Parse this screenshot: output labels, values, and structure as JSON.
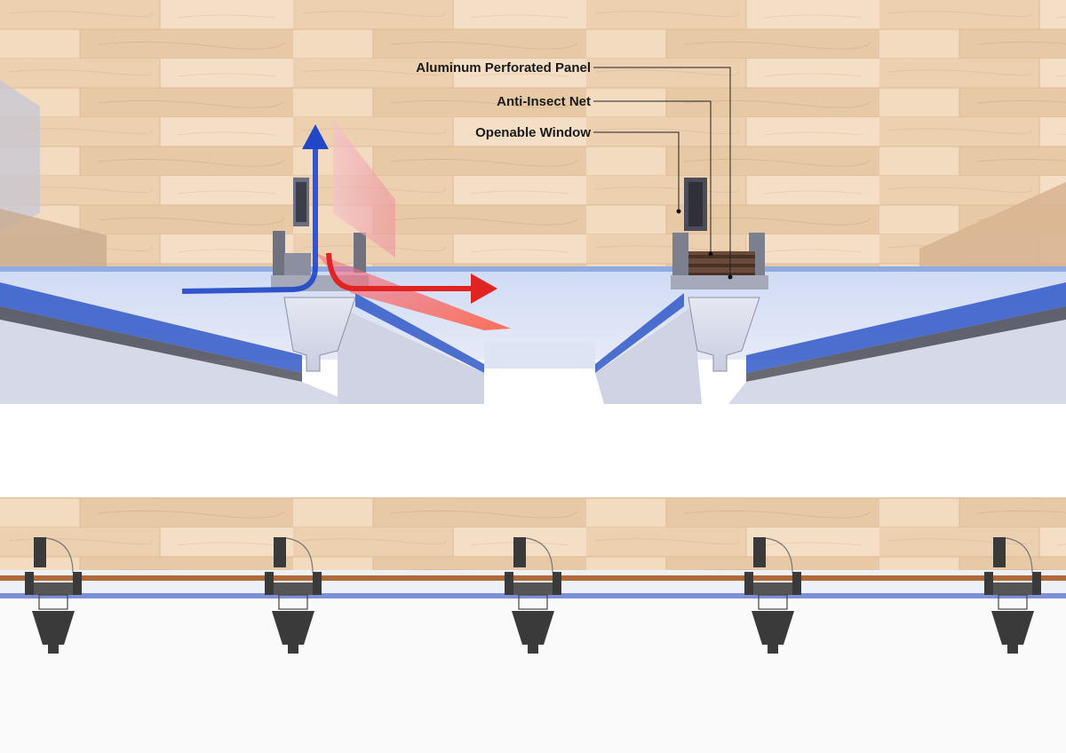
{
  "callouts": {
    "aluminum_panel": "Aluminum Perforated Panel",
    "anti_insect_net": "Anti-Insect Net",
    "openable_window": "Openable Window"
  },
  "colors": {
    "wood_light": "#f1d8bc",
    "wood_dark": "#e2bf98",
    "glass": "#9fb8e6",
    "glass_edge": "#2c5fd0",
    "mullion": "#d9dcea",
    "profile_dark": "#3a3a3a",
    "air_in": "#1f47c8",
    "air_out": "#e02424",
    "air_out_fill": "#f27a8a",
    "net_brown": "#b06a3a"
  },
  "icons": {
    "air_in": "blue-arrow-up-icon",
    "air_out": "red-arrow-right-icon"
  }
}
